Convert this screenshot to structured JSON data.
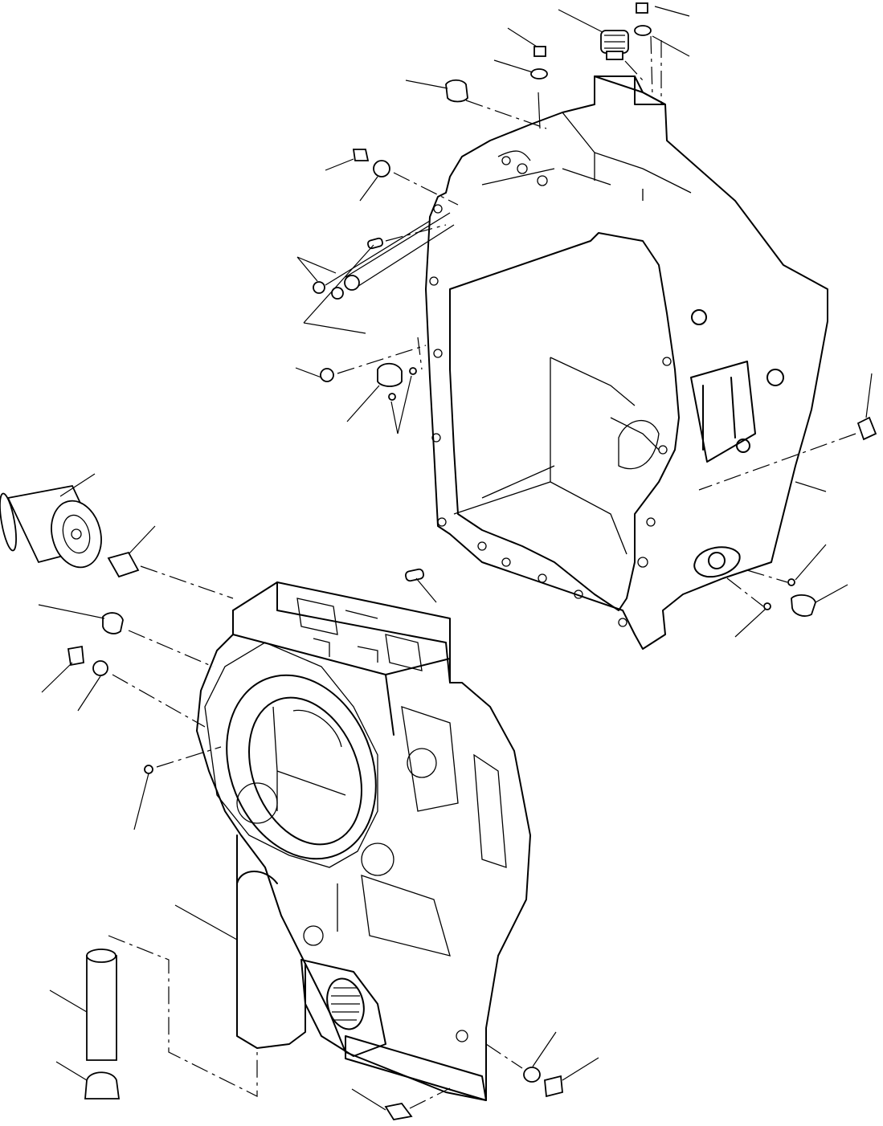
{
  "diagram": {
    "kind": "exploded parts drawing",
    "assemblies": [
      "upper-housing",
      "lower-front-cover"
    ],
    "printed_text": []
  },
  "colors": {
    "ink": "#000000",
    "paper": "#ffffff"
  }
}
